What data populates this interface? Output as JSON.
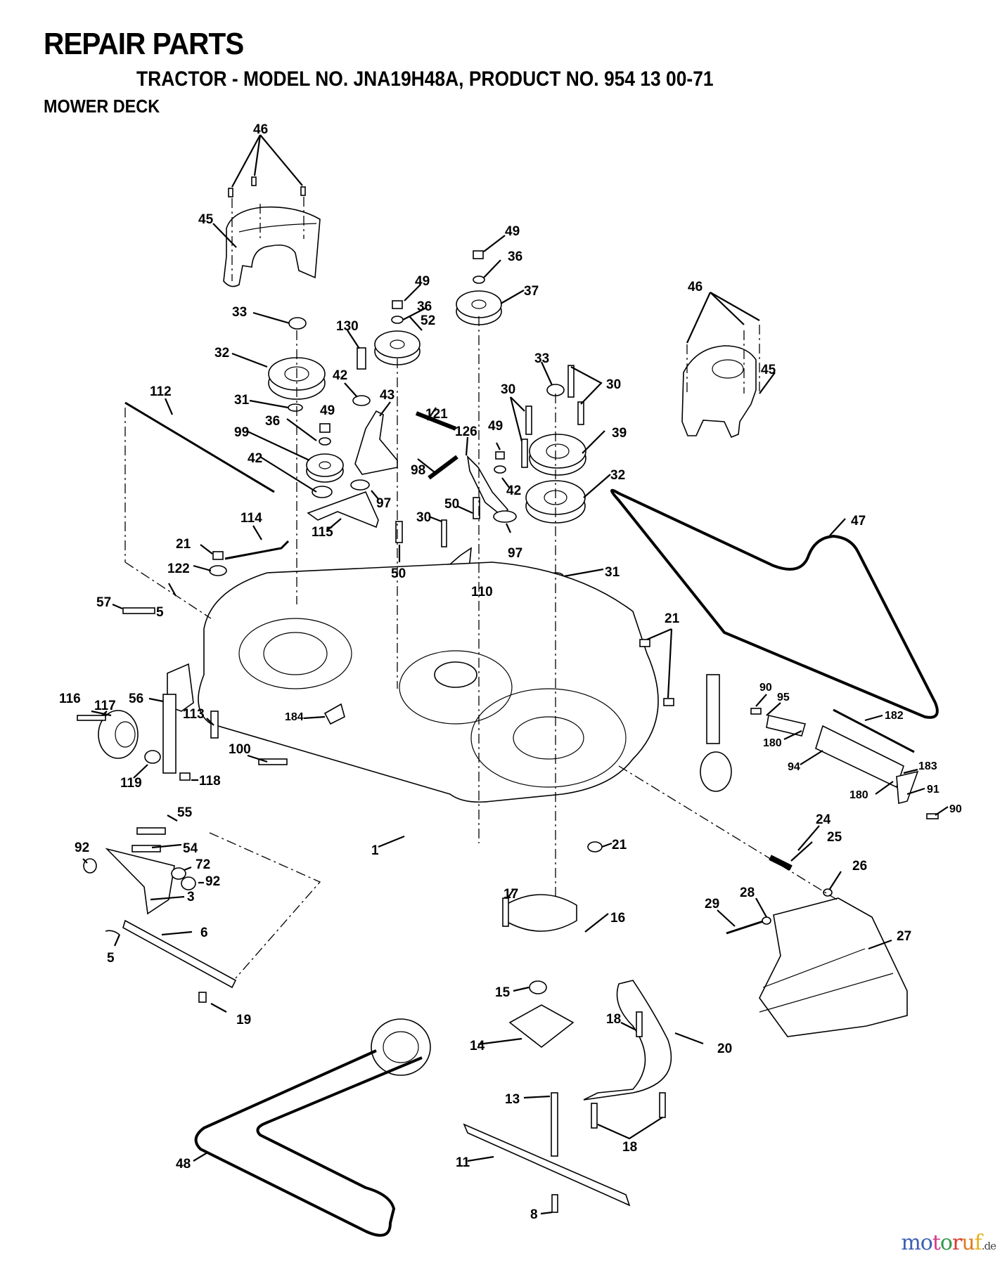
{
  "header": {
    "title": "REPAIR PARTS",
    "subtitle": "TRACTOR - MODEL NO. JNA19H48A, PRODUCT NO. 954 13 00-71",
    "section": "MOWER DECK"
  },
  "callouts": [
    {
      "id": "46a",
      "label": "46"
    },
    {
      "id": "45a",
      "label": "45"
    },
    {
      "id": "33a",
      "label": "33"
    },
    {
      "id": "32a",
      "label": "32"
    },
    {
      "id": "31a",
      "label": "31"
    },
    {
      "id": "36a",
      "label": "36"
    },
    {
      "id": "49a",
      "label": "49"
    },
    {
      "id": "99",
      "label": "99"
    },
    {
      "id": "42a",
      "label": "42"
    },
    {
      "id": "130",
      "label": "130"
    },
    {
      "id": "42b",
      "label": "42"
    },
    {
      "id": "49b",
      "label": "49"
    },
    {
      "id": "36b",
      "label": "36"
    },
    {
      "id": "52",
      "label": "52"
    },
    {
      "id": "49c",
      "label": "49"
    },
    {
      "id": "36c",
      "label": "36"
    },
    {
      "id": "37",
      "label": "37"
    },
    {
      "id": "43",
      "label": "43"
    },
    {
      "id": "121",
      "label": "121"
    },
    {
      "id": "126",
      "label": "126"
    },
    {
      "id": "49d",
      "label": "49"
    },
    {
      "id": "42c",
      "label": "42"
    },
    {
      "id": "98",
      "label": "98"
    },
    {
      "id": "97a",
      "label": "97"
    },
    {
      "id": "115",
      "label": "115"
    },
    {
      "id": "112",
      "label": "112"
    },
    {
      "id": "114",
      "label": "114"
    },
    {
      "id": "21a",
      "label": "21"
    },
    {
      "id": "122",
      "label": "122"
    },
    {
      "id": "50a",
      "label": "50"
    },
    {
      "id": "30a",
      "label": "30"
    },
    {
      "id": "50b",
      "label": "50"
    },
    {
      "id": "97b",
      "label": "97"
    },
    {
      "id": "110",
      "label": "110"
    },
    {
      "id": "33b",
      "label": "33"
    },
    {
      "id": "30b",
      "label": "30"
    },
    {
      "id": "30c",
      "label": "30"
    },
    {
      "id": "39",
      "label": "39"
    },
    {
      "id": "32b",
      "label": "32"
    },
    {
      "id": "31b",
      "label": "31"
    },
    {
      "id": "46b",
      "label": "46"
    },
    {
      "id": "45b",
      "label": "45"
    },
    {
      "id": "47",
      "label": "47"
    },
    {
      "id": "21b",
      "label": "21"
    },
    {
      "id": "5a",
      "label": "5"
    },
    {
      "id": "57",
      "label": "57"
    },
    {
      "id": "116",
      "label": "116"
    },
    {
      "id": "117",
      "label": "117"
    },
    {
      "id": "56",
      "label": "56"
    },
    {
      "id": "113",
      "label": "113"
    },
    {
      "id": "184",
      "label": "184"
    },
    {
      "id": "100",
      "label": "100"
    },
    {
      "id": "119",
      "label": "119"
    },
    {
      "id": "118",
      "label": "118"
    },
    {
      "id": "90a",
      "label": "90"
    },
    {
      "id": "95",
      "label": "95"
    },
    {
      "id": "182",
      "label": "182"
    },
    {
      "id": "180a",
      "label": "180"
    },
    {
      "id": "94",
      "label": "94"
    },
    {
      "id": "183",
      "label": "183"
    },
    {
      "id": "180b",
      "label": "180"
    },
    {
      "id": "91",
      "label": "91"
    },
    {
      "id": "90b",
      "label": "90"
    },
    {
      "id": "55",
      "label": "55"
    },
    {
      "id": "92a",
      "label": "92"
    },
    {
      "id": "54",
      "label": "54"
    },
    {
      "id": "72",
      "label": "72"
    },
    {
      "id": "92b",
      "label": "92"
    },
    {
      "id": "3",
      "label": "3"
    },
    {
      "id": "1",
      "label": "1"
    },
    {
      "id": "6",
      "label": "6"
    },
    {
      "id": "5b",
      "label": "5"
    },
    {
      "id": "19",
      "label": "19"
    },
    {
      "id": "24",
      "label": "24"
    },
    {
      "id": "25",
      "label": "25"
    },
    {
      "id": "21c",
      "label": "21"
    },
    {
      "id": "26",
      "label": "26"
    },
    {
      "id": "17",
      "label": "17"
    },
    {
      "id": "16",
      "label": "16"
    },
    {
      "id": "29",
      "label": "29"
    },
    {
      "id": "28",
      "label": "28"
    },
    {
      "id": "27",
      "label": "27"
    },
    {
      "id": "15",
      "label": "15"
    },
    {
      "id": "18a",
      "label": "18"
    },
    {
      "id": "14",
      "label": "14"
    },
    {
      "id": "20",
      "label": "20"
    },
    {
      "id": "13",
      "label": "13"
    },
    {
      "id": "48",
      "label": "48"
    },
    {
      "id": "11",
      "label": "11"
    },
    {
      "id": "18b",
      "label": "18"
    },
    {
      "id": "8",
      "label": "8"
    }
  ],
  "watermark": {
    "letters": [
      "m",
      "o",
      "t",
      "o",
      "r",
      "u",
      "f"
    ],
    "colors": [
      "#3b5fb5",
      "#3b5fb5",
      "#d33a8c",
      "#2f9a48",
      "#d63b2f",
      "#e07b1f",
      "#e6b21e"
    ],
    "tld": ".de"
  }
}
